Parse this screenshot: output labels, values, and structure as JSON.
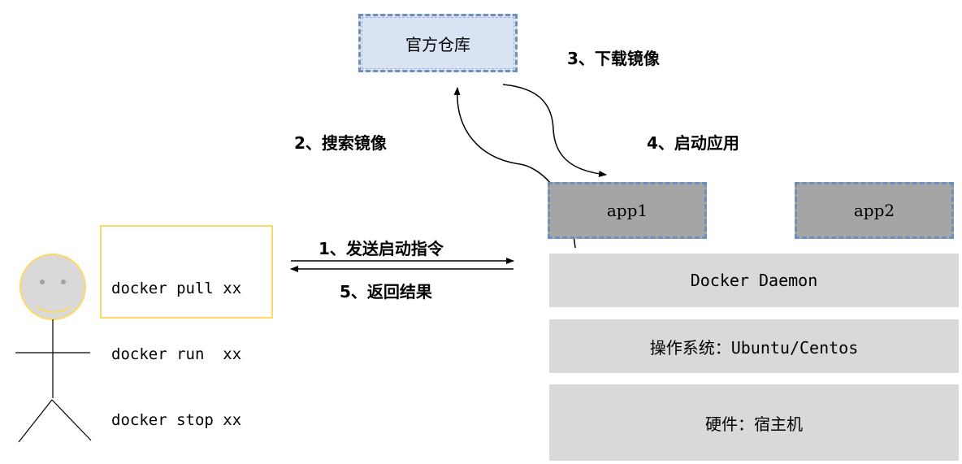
{
  "registry": {
    "label": "官方仓库"
  },
  "apps": [
    {
      "label": "app1"
    },
    {
      "label": "app2"
    }
  ],
  "layers": [
    {
      "label": "Docker Daemon"
    },
    {
      "label": "操作系统：Ubuntu/Centos"
    },
    {
      "label": "硬件：宿主机"
    }
  ],
  "client": {
    "commands": [
      "docker pull xx",
      "docker run  xx",
      "docker stop xx"
    ]
  },
  "steps": [
    {
      "label": "1、发送启动指令"
    },
    {
      "label": "2、搜索镜像"
    },
    {
      "label": "3、下载镜像"
    },
    {
      "label": "4、启动应用"
    },
    {
      "label": "5、返回结果"
    }
  ],
  "colors": {
    "registry_fill": "#dae3f3",
    "dashed_border": "#6f8fb8",
    "app_fill": "#a5a5a5",
    "layer_fill": "#d9d9d9",
    "user_outline": "#ffd966",
    "user_face": "#d9d9d9"
  }
}
